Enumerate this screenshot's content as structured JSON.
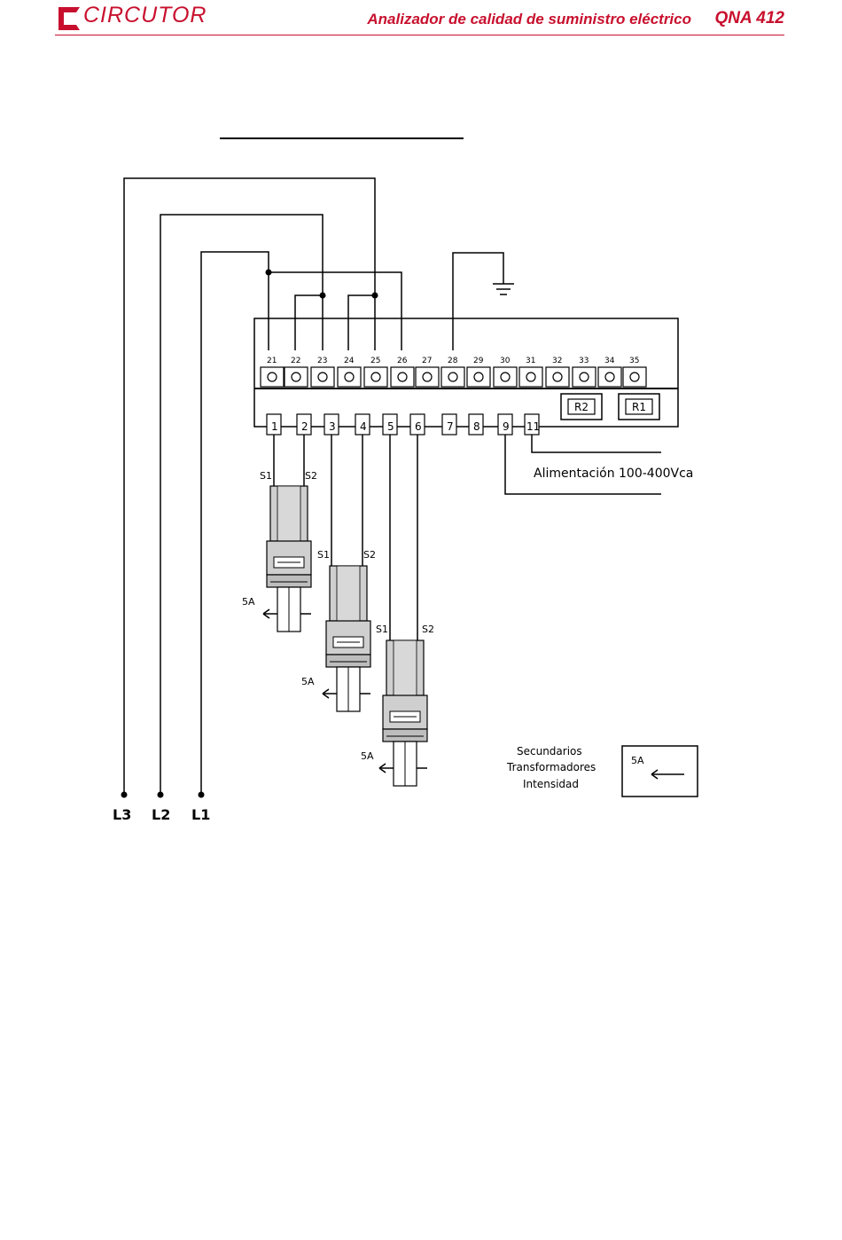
{
  "header": {
    "brand": "CIRCUTOR",
    "title": "Analizador de calidad de suministro eléctrico",
    "model": "QNA 412",
    "accent_color": "#c8102e"
  },
  "diagram": {
    "upper_terminals": [
      "21",
      "22",
      "23",
      "24",
      "25",
      "26",
      "27",
      "28",
      "29",
      "30",
      "31",
      "32",
      "33",
      "34",
      "35"
    ],
    "lower_terminals": [
      "1",
      "2",
      "3",
      "4",
      "5",
      "6",
      "7",
      "8",
      "9",
      "11"
    ],
    "relays": [
      "R2",
      "R1"
    ],
    "power_label": "Alimentación 100-400Vca",
    "ct_labels": {
      "s1": "S1",
      "s2": "S2",
      "secondary": "5A"
    },
    "legend": {
      "line1": "Secundarios",
      "line2": "Transformadores",
      "line3": "Intensidad",
      "box_label": "5A"
    },
    "phases": [
      "L3",
      "L2",
      "L1"
    ]
  }
}
